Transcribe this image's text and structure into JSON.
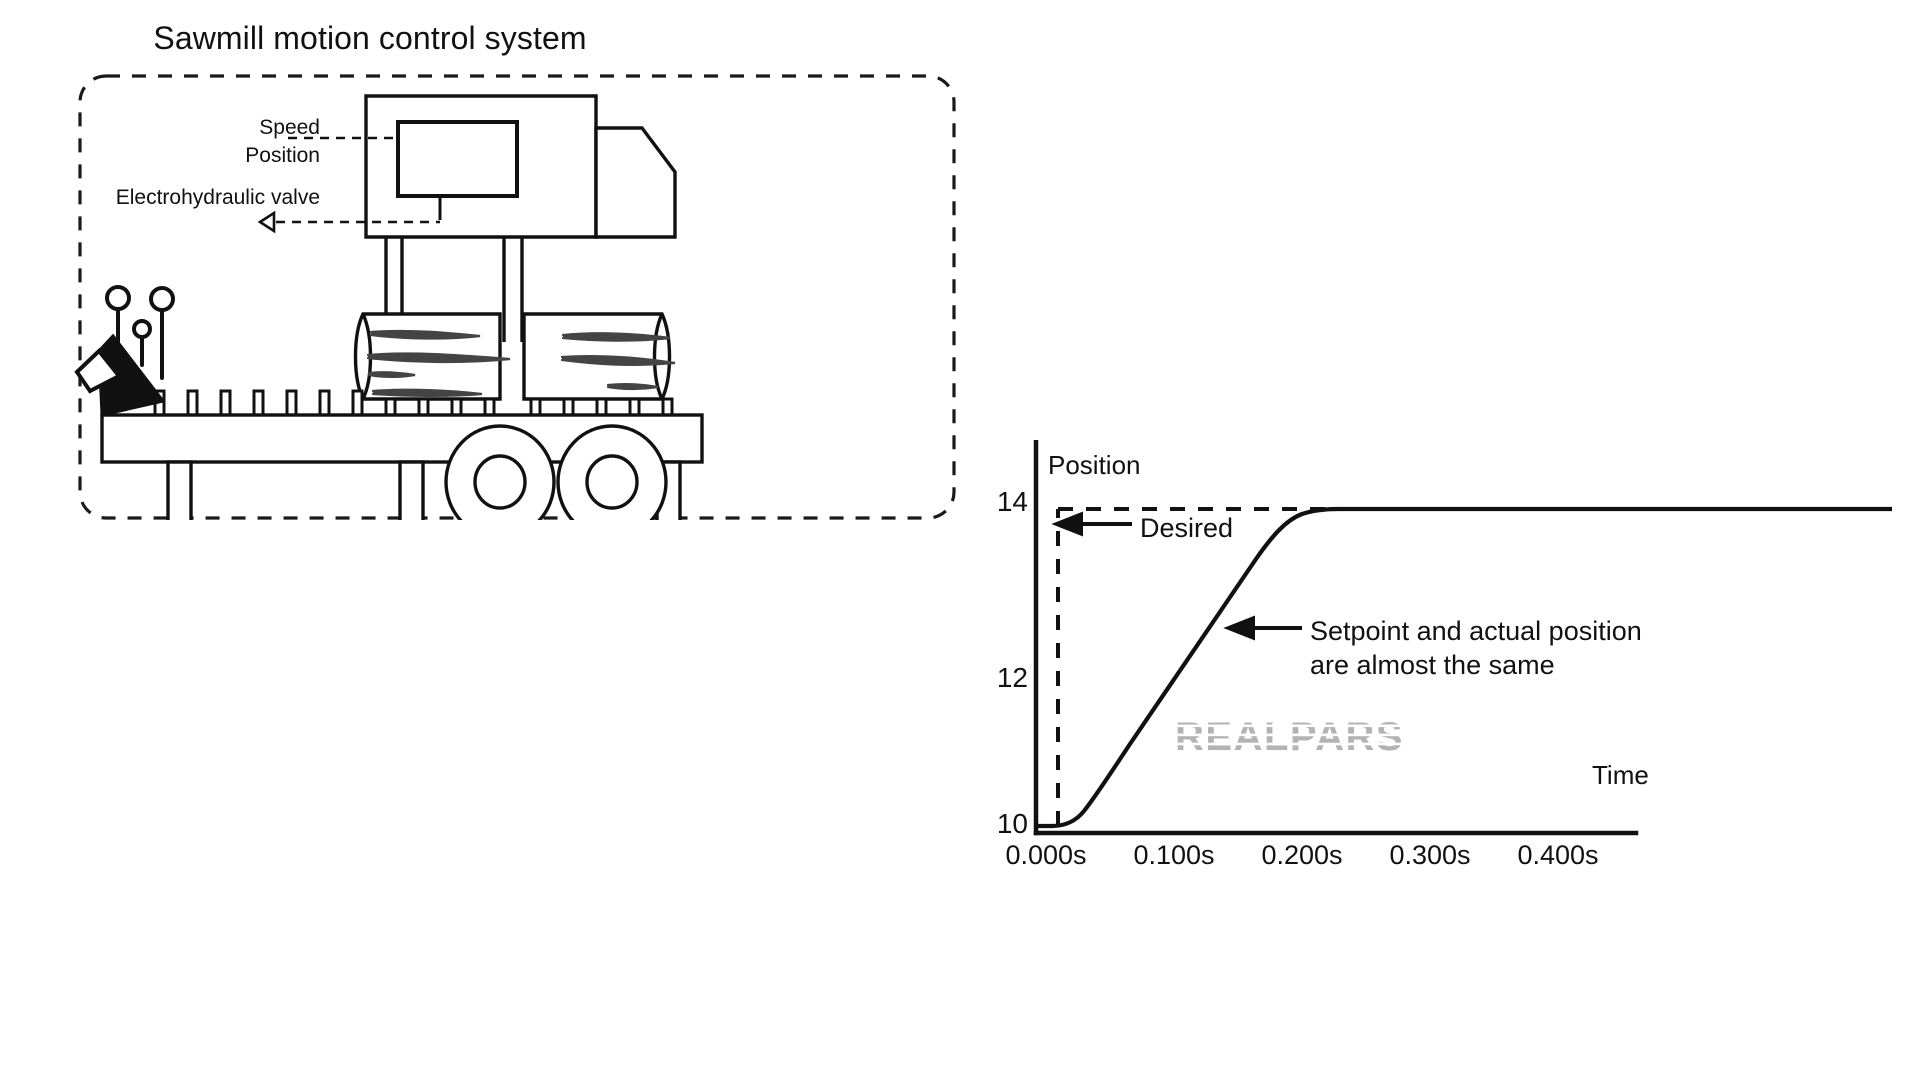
{
  "illustration": {
    "title": "Sawmill motion control system",
    "callouts": [
      {
        "id": "speed",
        "label": "Speed"
      },
      {
        "id": "position",
        "label": "Position"
      },
      {
        "id": "valve",
        "label": "Electrohydraulic valve"
      }
    ]
  },
  "watermark": {
    "text": "REALPARS",
    "color": "#b3b3b3"
  },
  "chart_data": {
    "type": "line",
    "title": "",
    "xlabel": "Time",
    "ylabel": "Position",
    "xticks": [
      "0.000s",
      "0.100s",
      "0.200s",
      "0.300s",
      "0.400s"
    ],
    "xtick_values": [
      0.0,
      0.1,
      0.2,
      0.3,
      0.4
    ],
    "yticks": [
      "14",
      "12",
      "10"
    ],
    "ytick_values": [
      14,
      12,
      10
    ],
    "xlim": [
      -0.02,
      0.47
    ],
    "ylim": [
      9.2,
      14.6
    ],
    "grid": false,
    "legend_position": "none",
    "series": [
      {
        "name": "Desired",
        "style": "dashed",
        "color": "#111111",
        "x": [
          0.0,
          0.0,
          0.47
        ],
        "y": [
          10.0,
          13.8,
          13.8
        ]
      },
      {
        "name": "Setpoint and actual position",
        "style": "solid",
        "color": "#111111",
        "x": [
          -0.016,
          0.0,
          0.012,
          0.025,
          0.05,
          0.1,
          0.15,
          0.2,
          0.235,
          0.255,
          0.268,
          0.28,
          0.32,
          0.4,
          0.47
        ],
        "y": [
          10.0,
          10.0,
          10.07,
          10.28,
          10.78,
          11.78,
          12.7,
          13.4,
          13.68,
          13.76,
          13.79,
          13.8,
          13.8,
          13.8,
          13.8
        ]
      }
    ],
    "annotations": [
      {
        "id": "desired",
        "text": "Desired",
        "arrow": "left",
        "target_x": 0.0,
        "target_y": 13.0
      },
      {
        "id": "setpoint",
        "text": "Setpoint and actual position\nare almost the same",
        "arrow": "left",
        "target_x": 0.123,
        "target_y": 12.05
      }
    ]
  }
}
